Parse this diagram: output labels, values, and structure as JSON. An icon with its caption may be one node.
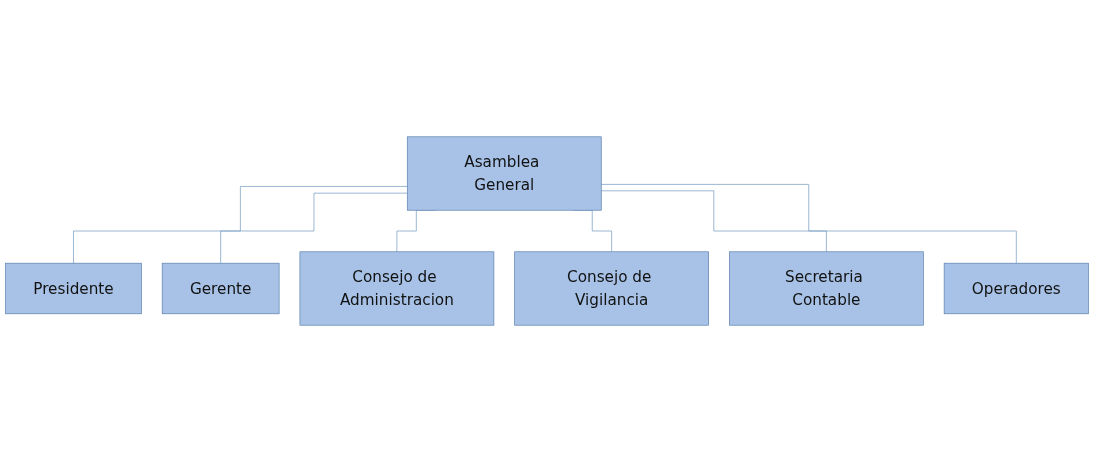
{
  "diagram": {
    "nodes": [
      {
        "text": [
          "Asamblea General"
        ]
      },
      {
        "text": [
          "Presidente"
        ]
      },
      {
        "text": [
          "Gerente"
        ]
      },
      {
        "text": [
          "Consejo de Administracion"
        ]
      },
      {
        "text": [
          "Consejo de Vigilancia"
        ]
      },
      {
        "text": [
          "Secretaria Contable"
        ]
      },
      {
        "text": [
          "Operadores"
        ]
      }
    ],
    "edges": [
      {
        "from": 0,
        "to": 1,
        "arrow": "none"
      },
      {
        "from": 0,
        "to": 2,
        "arrow": "none"
      },
      {
        "from": 0,
        "to": 3,
        "arrow": "none"
      },
      {
        "from": 0,
        "to": 4,
        "arrow": "none"
      },
      {
        "from": 0,
        "to": 5,
        "arrow": "none"
      },
      {
        "from": 0,
        "to": 6,
        "arrow": "none"
      }
    ]
  }
}
